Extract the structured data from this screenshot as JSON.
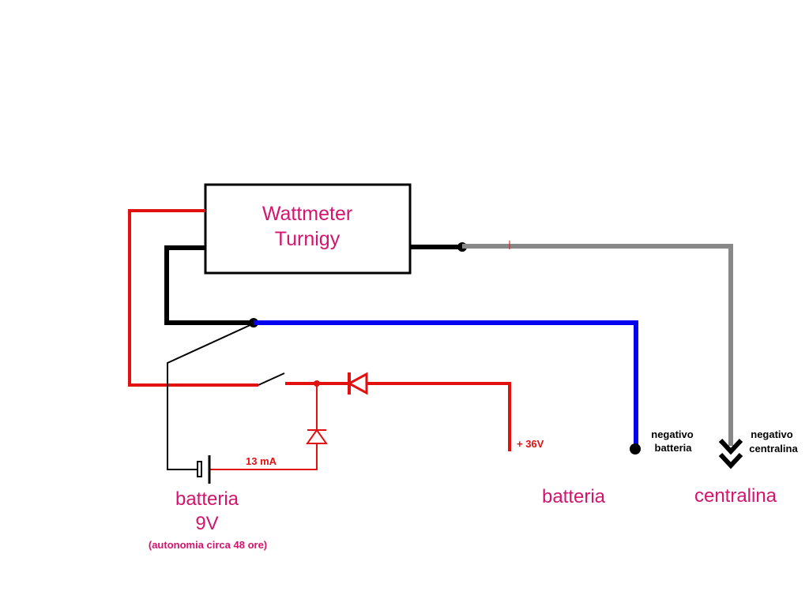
{
  "wattmeter": {
    "line1": "Wattmeter",
    "line2": "Turnigy"
  },
  "battery9v": {
    "line1": "batteria",
    "line2": "9V",
    "note": "(autonomia circa 48 ore)",
    "current": "13 mA"
  },
  "main_battery": {
    "label": "batteria",
    "voltage": "+ 36V"
  },
  "negativo_batteria": {
    "line1": "negativo",
    "line2": "batteria"
  },
  "negativo_centralina": {
    "line1": "negativo",
    "line2": "centralina"
  },
  "centralina": {
    "label": "centralina"
  },
  "colors": {
    "positive_wire": "#e31010",
    "negative_battery_wire": "#0000ee",
    "negative_controller_wire": "#888888",
    "ground_wire": "#000000",
    "label_color": "#d4146e"
  }
}
